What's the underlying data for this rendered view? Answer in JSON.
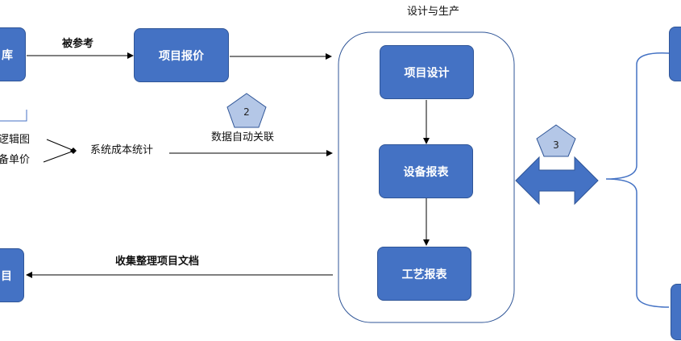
{
  "container_title": "设计与生产",
  "boxes": {
    "library": "库",
    "project_quote": "项目报价",
    "project_design": "项目设计",
    "equipment_report": "设备报表",
    "process_report": "工艺报表",
    "project_archive": "目"
  },
  "labels": {
    "referenced": "被参考",
    "logic_diagram": "逻辑图",
    "equipment_unit_price": "备单价",
    "system_cost_stats": "系统成本统计",
    "auto_data_link": "数据自动关联",
    "collect_docs": "收集整理项目文档"
  },
  "markers": {
    "marker_2": "2",
    "marker_3": "3"
  },
  "colors": {
    "box_fill": "#4472c4",
    "box_border": "#2f5597",
    "pentagon_fill": "#b4c7e7",
    "container_border": "#2f5597"
  }
}
